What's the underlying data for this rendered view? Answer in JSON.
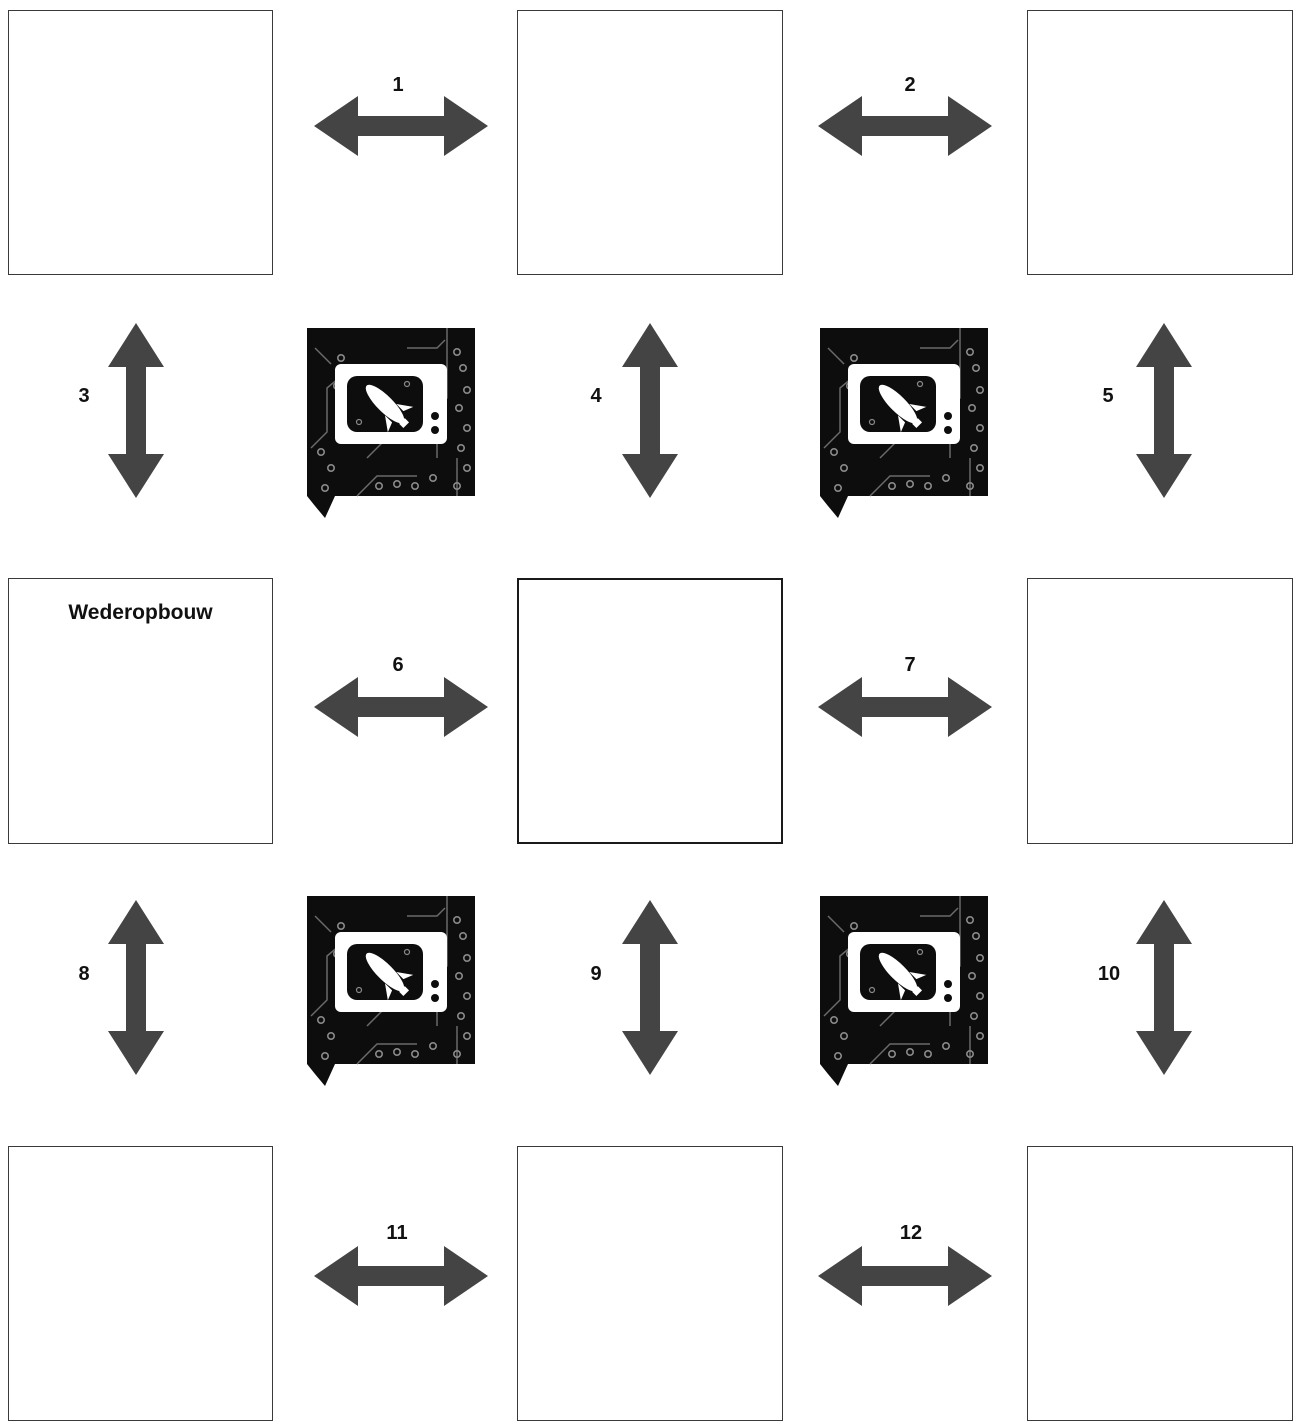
{
  "colors": {
    "arrow": "#444444",
    "box_border": "#3a3a3a",
    "icon_bg": "#0d0d0d",
    "icon_fg": "#ffffff"
  },
  "icon_name": "tv-rocket-circuit-icon",
  "boxes": [
    {
      "label": ""
    },
    {
      "label": ""
    },
    {
      "label": ""
    },
    {
      "label": "Wederopbouw"
    },
    {
      "label": ""
    },
    {
      "label": ""
    },
    {
      "label": ""
    },
    {
      "label": ""
    },
    {
      "label": ""
    }
  ],
  "connections": [
    "1",
    "2",
    "3",
    "4",
    "5",
    "6",
    "7",
    "8",
    "9",
    "10",
    "11",
    "12"
  ]
}
